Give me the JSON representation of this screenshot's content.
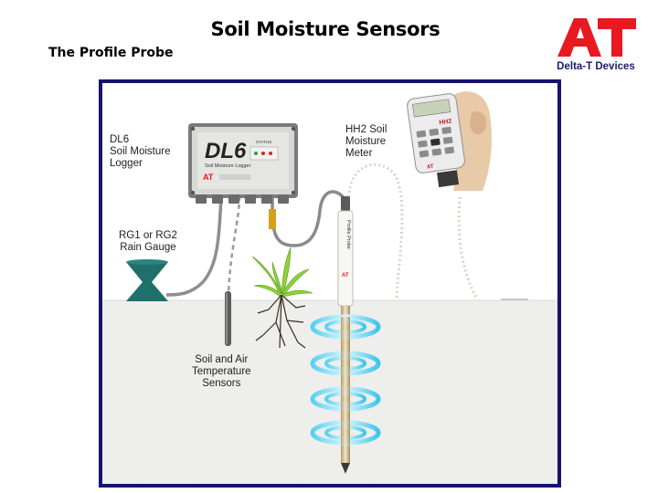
{
  "header": {
    "title": "Soil Moisture Sensors",
    "subtitle": "The Profile Probe"
  },
  "logo": {
    "mark": "AT",
    "company": "Delta-T Devices",
    "color": "#e8191f"
  },
  "labels": {
    "logger": "DL6\nSoil Moisture\nLogger",
    "meter": "HH2 Soil\nMoisture\nMeter",
    "rain_gauge": "RG1 or RG2\nRain Gauge",
    "temp_sensors": "Soil and Air\nTemperature\nSensors"
  },
  "logger_device": {
    "model": "DL6",
    "caption": "Soil Moisture Logger",
    "status": "STATUS",
    "brand": "AT"
  },
  "meter_device": {
    "model": "HH2",
    "brand": "AT"
  },
  "probe": {
    "label": "Profile Probe",
    "ring_count": 4
  },
  "colors": {
    "frame": "#16146b",
    "rain_gauge": "#1f6f6a",
    "rings": "#3ec6ea"
  }
}
